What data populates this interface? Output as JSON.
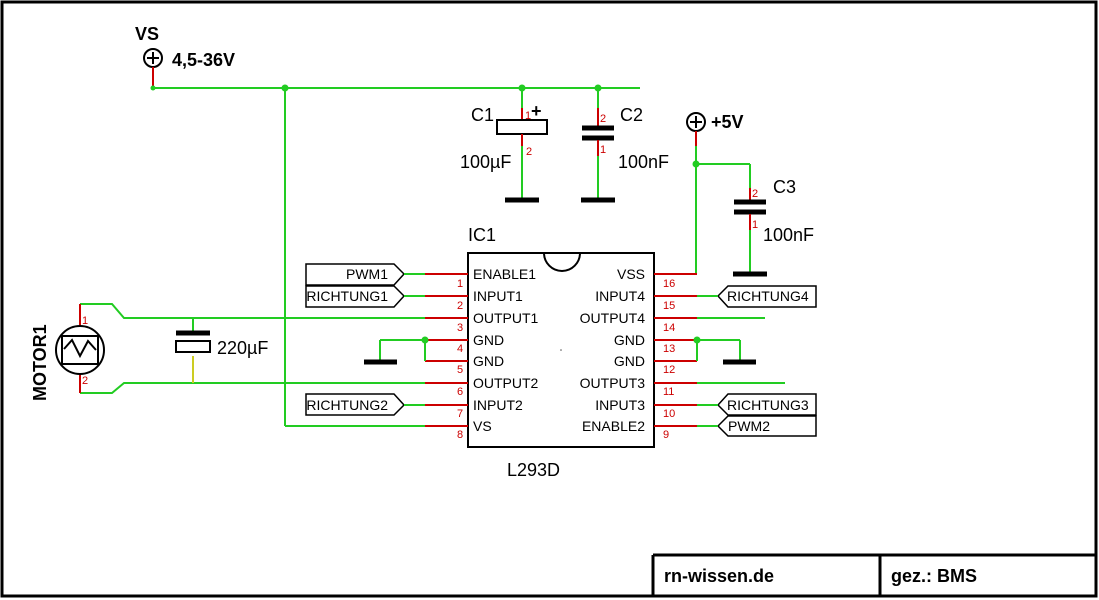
{
  "power": {
    "vs_name": "VS",
    "vs_value": "4,5-36V",
    "logic_value": "+5V"
  },
  "capacitors": {
    "c1": {
      "name": "C1",
      "value": "100µF",
      "polarity": "+"
    },
    "c2": {
      "name": "C2",
      "value": "100nF"
    },
    "c3": {
      "name": "C3",
      "value": "100nF"
    },
    "motor_cap": {
      "value": "220µF"
    }
  },
  "motor": {
    "name": "MOTOR1",
    "pin1": "1",
    "pin2": "2"
  },
  "ic": {
    "ref": "IC1",
    "part": "L293D",
    "left_pins": [
      {
        "num": "1",
        "name": "ENABLE1"
      },
      {
        "num": "2",
        "name": "INPUT1"
      },
      {
        "num": "3",
        "name": "OUTPUT1"
      },
      {
        "num": "4",
        "name": "GND"
      },
      {
        "num": "5",
        "name": "GND"
      },
      {
        "num": "6",
        "name": "OUTPUT2"
      },
      {
        "num": "7",
        "name": "INPUT2"
      },
      {
        "num": "8",
        "name": "VS"
      }
    ],
    "right_pins": [
      {
        "num": "16",
        "name": "VSS"
      },
      {
        "num": "15",
        "name": "INPUT4"
      },
      {
        "num": "14",
        "name": "OUTPUT4"
      },
      {
        "num": "13",
        "name": "GND"
      },
      {
        "num": "12",
        "name": "GND"
      },
      {
        "num": "11",
        "name": "OUTPUT3"
      },
      {
        "num": "10",
        "name": "INPUT3"
      },
      {
        "num": "9",
        "name": "ENABLE2"
      }
    ]
  },
  "ports": {
    "pwm1": "PWM1",
    "richtung1": "RICHTUNG1",
    "richtung2": "RICHTUNG2",
    "richtung4": "RICHTUNG4",
    "richtung3": "RICHTUNG3",
    "pwm2": "PWM2"
  },
  "cap_pins": {
    "one": "1",
    "two": "2"
  },
  "title_block": {
    "site": "rn-wissen.de",
    "drawn_by": "gez.: BMS"
  }
}
